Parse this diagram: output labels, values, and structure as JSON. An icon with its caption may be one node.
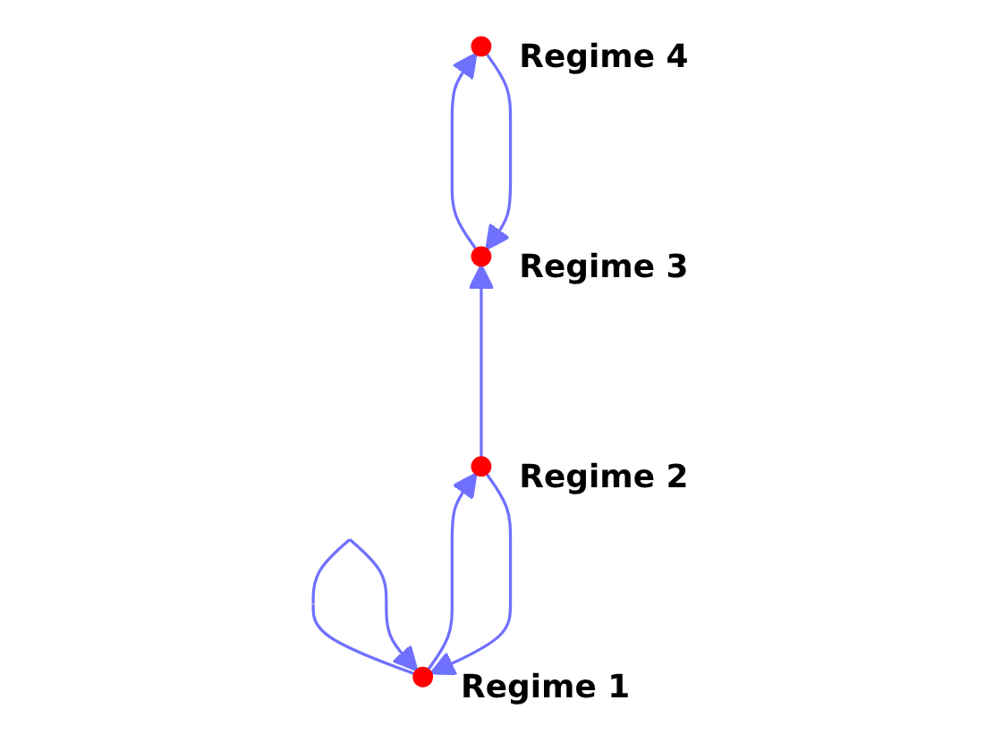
{
  "diagram": {
    "nodes": [
      {
        "text": [],
        "shape": "circle",
        "beside": [
          "Regime 1"
        ]
      },
      {
        "text": [],
        "shape": "circle",
        "beside": [
          "Regime 2"
        ]
      },
      {
        "text": [],
        "shape": "circle",
        "beside": [
          "Regime 3"
        ]
      },
      {
        "text": [],
        "shape": "circle",
        "beside": [
          "Regime 4"
        ]
      }
    ],
    "edges": [
      {
        "from": 0,
        "to": 0,
        "arrow": "to"
      },
      {
        "from": 0,
        "to": 1,
        "arrow": "to"
      },
      {
        "from": 1,
        "to": 0,
        "arrow": "to"
      },
      {
        "from": 1,
        "to": 2,
        "arrow": "to"
      },
      {
        "from": 2,
        "to": 3,
        "arrow": "to"
      },
      {
        "from": 3,
        "to": 2,
        "arrow": "to"
      }
    ]
  }
}
